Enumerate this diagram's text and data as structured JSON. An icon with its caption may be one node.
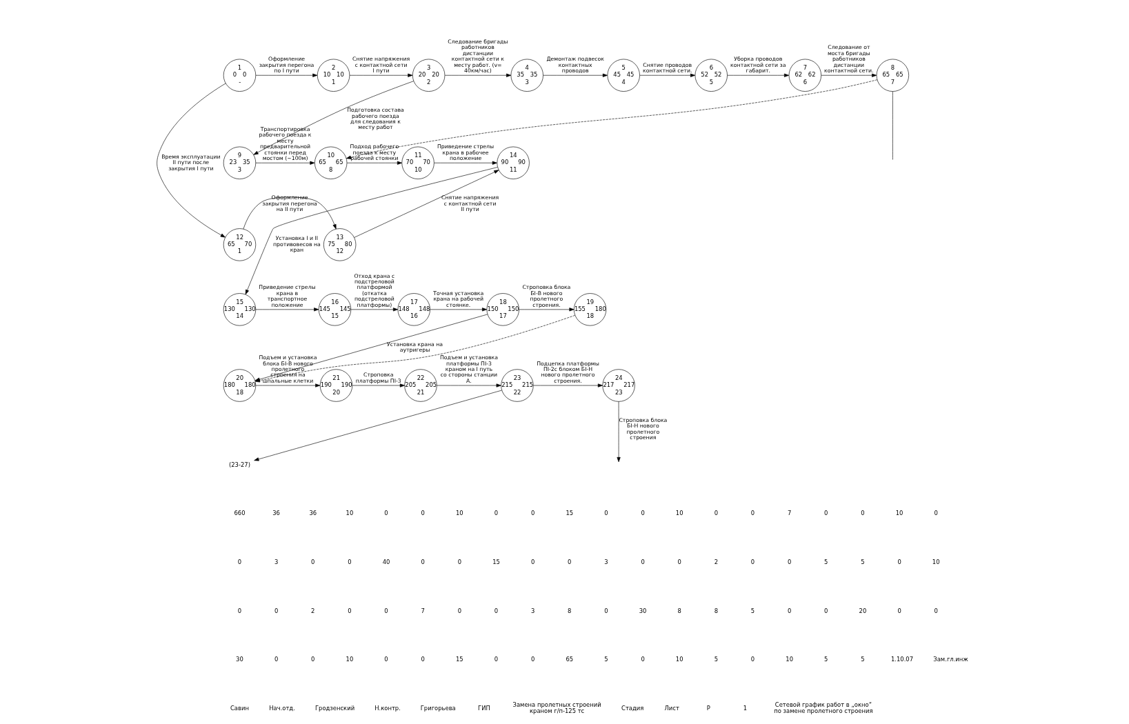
{
  "diagram": {
    "nodes": [
      {
        "text": [
          "1",
          "0",
          "0",
          "-"
        ]
      },
      {
        "text": [
          "2",
          "10",
          "10",
          "1"
        ]
      },
      {
        "text": [
          "3",
          "20",
          "20",
          "2"
        ]
      },
      {
        "text": [
          "4",
          "35",
          "35",
          "3"
        ]
      },
      {
        "text": [
          "5",
          "45",
          "45",
          "4"
        ]
      },
      {
        "text": [
          "6",
          "52",
          "52",
          "5"
        ]
      },
      {
        "text": [
          "7",
          "62",
          "62",
          "6"
        ]
      },
      {
        "text": [
          "8",
          "65",
          "65",
          "7"
        ]
      },
      {
        "text": [
          "9",
          "23",
          "35",
          "3"
        ]
      },
      {
        "text": [
          "10",
          "65",
          "65",
          "8"
        ]
      },
      {
        "text": [
          "11",
          "70",
          "70",
          "10"
        ]
      },
      {
        "text": [
          "12",
          "65",
          "70",
          "1"
        ]
      },
      {
        "text": [
          "13",
          "75",
          "80",
          "12"
        ]
      },
      {
        "text": [
          "14",
          "90",
          "90",
          "11"
        ]
      },
      {
        "text": [
          "15",
          "130",
          "130",
          "14"
        ]
      },
      {
        "text": [
          "16",
          "145",
          "145",
          "15"
        ]
      },
      {
        "text": [
          "17",
          "148",
          "148",
          "16"
        ]
      },
      {
        "text": [
          "18",
          "150",
          "150",
          "17"
        ]
      },
      {
        "text": [
          "19",
          "155",
          "180",
          "18"
        ]
      },
      {
        "text": [
          "20",
          "180",
          "180",
          "18"
        ]
      },
      {
        "text": [
          "21",
          "190",
          "190",
          "20"
        ]
      },
      {
        "text": [
          "22",
          "205",
          "205",
          "21"
        ]
      },
      {
        "text": [
          "23",
          "215",
          "215",
          "22"
        ]
      },
      {
        "text": [
          "24",
          "217",
          "217",
          "23"
        ]
      },
      {
        "text": [
          "(23-27)"
        ]
      }
    ],
    "edges": [
      {
        "from": 0,
        "to": 1,
        "arrow": "to",
        "label": "Оформление закрытия перегона по I пути"
      },
      {
        "from": 1,
        "to": 2,
        "arrow": "to",
        "label": "Снятие напряжения с контактной сети I пути"
      },
      {
        "from": 2,
        "to": 3,
        "arrow": "to",
        "label": "Следование бригады работников дистанции контактной сети к месту работ. (v= 40км/час)"
      },
      {
        "from": 3,
        "to": 4,
        "arrow": "to",
        "label": "Демонтаж подвесок контактных проводов"
      },
      {
        "from": 4,
        "to": 5,
        "arrow": "to",
        "label": "Снятие проводов контактной сети."
      },
      {
        "from": 5,
        "to": 6,
        "arrow": "to",
        "label": "Уборка проводов контактной сети за габарит."
      },
      {
        "from": 6,
        "to": 7,
        "arrow": "to",
        "label": "Следование от моста бригады работников дистанции контактной сети."
      },
      {
        "from": 7,
        "to": null,
        "arrow": "none"
      },
      {
        "from": 7,
        "to": 9,
        "arrow": "to",
        "style": "dashed"
      },
      {
        "from": 2,
        "to": 8,
        "arrow": "to",
        "label": "Подготовка состава рабочего поезда для следования к месту работ"
      },
      {
        "from": 8,
        "to": 9,
        "arrow": "to",
        "label": "Транспортировка рабочего поезда к месту предварительной стоянки перед мостом (~100м)"
      },
      {
        "from": 9,
        "to": 10,
        "arrow": "to",
        "label": "Подход рабочего поезда к месту рабочей стоянки"
      },
      {
        "from": 10,
        "to": 13,
        "arrow": "to",
        "label": "Приведение стрелы крана в рабочее положение"
      },
      {
        "from": 0,
        "to": 11,
        "arrow": "to",
        "label": "Время эксплуатации II пути после закрытия I пути"
      },
      {
        "from": 11,
        "to": 12,
        "arrow": "to",
        "label": "Оформление закрытия перегона на II пути"
      },
      {
        "from": 12,
        "to": 13,
        "arrow": "to",
        "label": "Снятие напряжения с контактной сети II пути"
      },
      {
        "from": 13,
        "to": 14,
        "arrow": "to",
        "label": "Установка I и II противовесов на кран"
      },
      {
        "from": 14,
        "to": 15,
        "arrow": "to",
        "label": "Приведение стрелы крана в транспортное положение"
      },
      {
        "from": 15,
        "to": 16,
        "arrow": "to",
        "label": "Отход крана с подстреловой платформой (откатка подстреловой платформы)"
      },
      {
        "from": 16,
        "to": 17,
        "arrow": "to",
        "label": "Точная установка крана на рабочей стоянке."
      },
      {
        "from": 17,
        "to": 18,
        "arrow": "to",
        "label": "Строповка блока БI-В нового пролетного строения."
      },
      {
        "from": 17,
        "to": 19,
        "arrow": "to",
        "label": "Установка крана на аутригеры"
      },
      {
        "from": 18,
        "to": 19,
        "arrow": "to",
        "style": "dashed"
      },
      {
        "from": 19,
        "to": 20,
        "arrow": "to",
        "label": "Подъем и установка блока БI-В нового пролетного строения на шпальные клетки"
      },
      {
        "from": 20,
        "to": 21,
        "arrow": "to",
        "label": "Строповка платформы ПI-3"
      },
      {
        "from": 21,
        "to": 22,
        "arrow": "to",
        "label": "Подъем и установка платформы ПI-3 краном на I путь со стороны станции А."
      },
      {
        "from": 22,
        "to": 23,
        "arrow": "to",
        "label": "Подцепка платформы ПI-2с блоком БI-Н нового пролетного строения."
      },
      {
        "from": 23,
        "to": null,
        "arrow": "to",
        "label": "Строповка блока БI-Н нового пролетного строения"
      },
      {
        "from": 22,
        "to": 24,
        "arrow": "to"
      }
    ],
    "labels": [
      "660",
      "36",
      "36",
      "10",
      "0",
      "0",
      "10",
      "0",
      "0",
      "15",
      "0",
      "0",
      "10",
      "0",
      "0",
      "7",
      "0",
      "0",
      "10",
      "0",
      "0",
      "3",
      "0",
      "0",
      "40",
      "0",
      "0",
      "15",
      "0",
      "0",
      "3",
      "0",
      "0",
      "2",
      "0",
      "0",
      "5",
      "5",
      "0",
      "10",
      "0",
      "0",
      "2",
      "0",
      "0",
      "7",
      "0",
      "0",
      "3",
      "8",
      "0",
      "30",
      "8",
      "8",
      "5",
      "0",
      "0",
      "20",
      "0",
      "0",
      "30",
      "0",
      "0",
      "10",
      "0",
      "0",
      "15",
      "0",
      "0",
      "65",
      "5",
      "0",
      "10",
      "5",
      "0",
      "10",
      "5",
      "5",
      "1.10.07",
      "Зам.гл.инж",
      "Савин",
      "Нач.отд.",
      "Гродзенский",
      "Н.контр.",
      "Григорьева",
      "ГИП",
      "Замена пролетных строений краном г/п-125 тс",
      "Стадия",
      "Лист",
      "Р",
      "1",
      "Сетевой график работ в „окно“ по замене пролетного строения"
    ]
  }
}
